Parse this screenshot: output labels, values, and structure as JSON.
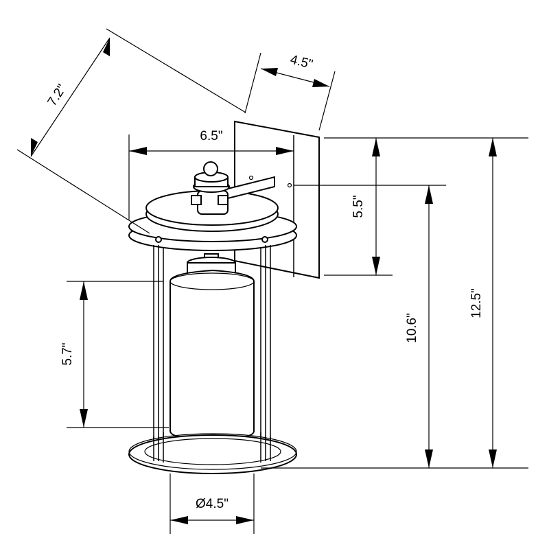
{
  "dimensions": {
    "diagonal_depth": "7.2\"",
    "backplate_width": "4.5\"",
    "overall_width": "6.5\"",
    "backplate_height": "5.5\"",
    "mount_height": "10.6\"",
    "overall_height": "12.5\"",
    "glass_height": "5.7\"",
    "base_diameter": "Ø4.5\""
  }
}
